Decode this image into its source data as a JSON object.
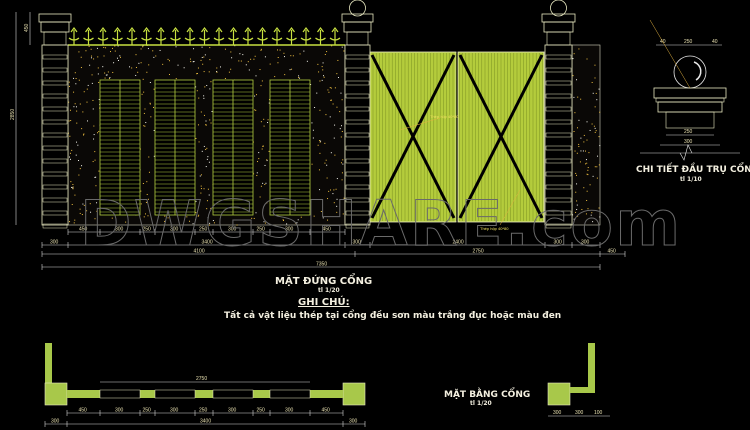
{
  "elevation": {
    "title": "MẶT ĐỨNG CỔNG",
    "scale": "tl 1/20",
    "dims_row1": [
      "450",
      "300",
      "250",
      "300",
      "250",
      "300",
      "250",
      "300",
      "450"
    ],
    "dims_row2": [
      "300",
      "3400",
      "300",
      "2400",
      "300",
      "300"
    ],
    "dims_row3": [
      "4100",
      "2750",
      "450"
    ],
    "dims_total": "7350",
    "height_dims": [
      "450",
      "2850"
    ],
    "callouts": [
      "Thép hộp 40*80",
      "Thép hộp 40*80"
    ]
  },
  "note": {
    "heading": "GHI CHÚ:",
    "text": "Tất cả vật liệu thép tại cổng đều sơn màu trắng đục hoặc màu đen"
  },
  "detail": {
    "title": "CHI TIẾT ĐẦU TRỤ CỔNG",
    "scale": "tl 1/10",
    "dims": [
      "40",
      "250",
      "40",
      "250",
      "300"
    ]
  },
  "plan": {
    "title": "MẶT BẰNG CỔNG",
    "scale": "tl 1/20",
    "dim_top": "2750",
    "dims_row1": [
      "450",
      "300",
      "250",
      "300",
      "250",
      "300",
      "250",
      "300",
      "450"
    ],
    "dims_row2": [
      "300",
      "3400",
      "300"
    ],
    "dims_right": [
      "300",
      "300",
      "100"
    ]
  },
  "watermark": "DWGSHARE.com",
  "colors": {
    "gate": "#b4cc3c",
    "line": "#e6e6c8",
    "speckle": "#f0c040",
    "background": "#000000"
  }
}
